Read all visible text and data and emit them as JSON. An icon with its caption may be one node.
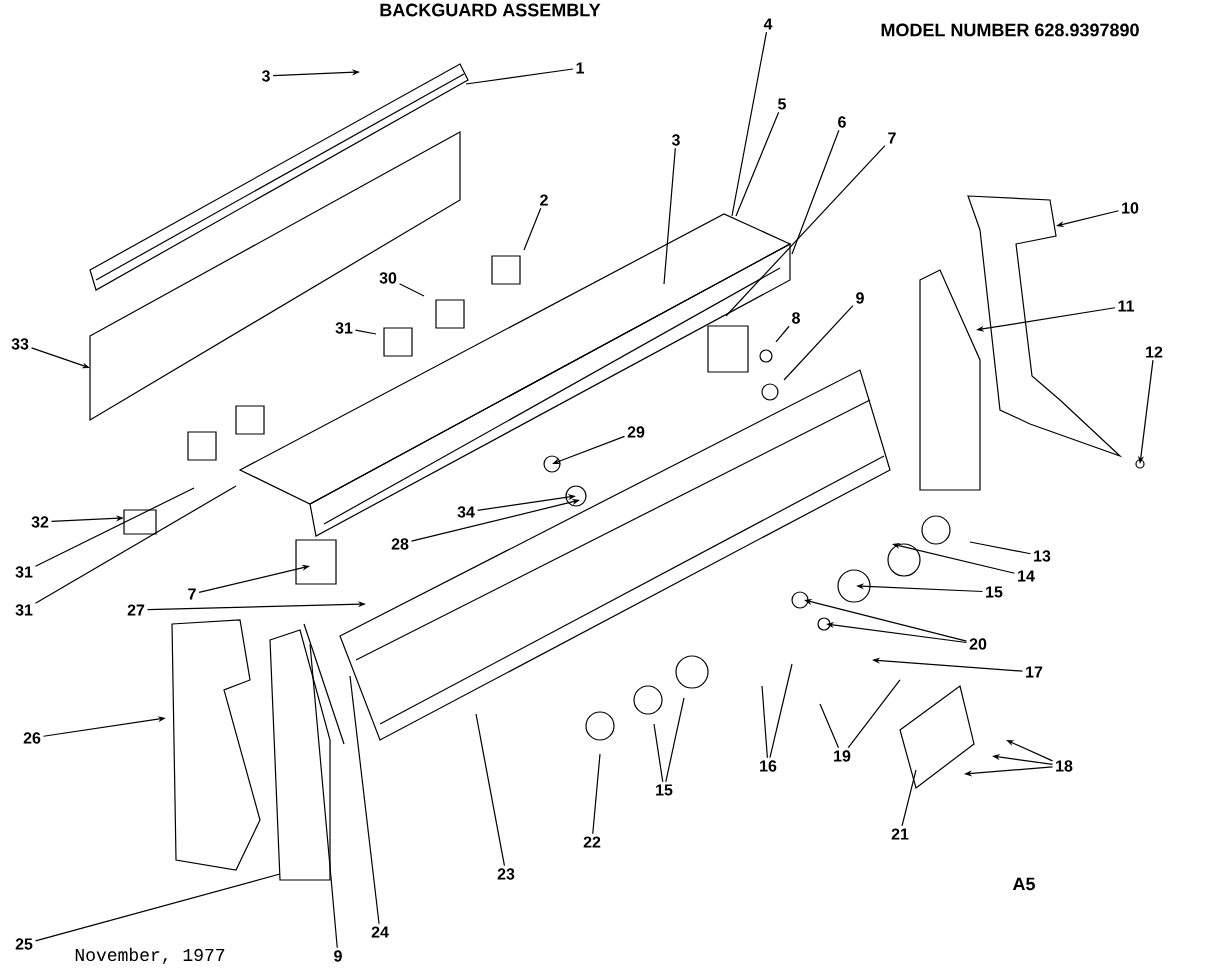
{
  "diagram": {
    "title": "BACKGUARD ASSEMBLY",
    "nodes": [
      {
        "text": [
          "3"
        ]
      },
      {
        "text": [
          "1"
        ]
      },
      {
        "text": [
          "2"
        ]
      },
      {
        "text": [
          "3"
        ]
      },
      {
        "text": [
          "4"
        ]
      },
      {
        "text": [
          "5"
        ]
      },
      {
        "text": [
          "6"
        ]
      },
      {
        "text": [
          "7"
        ]
      },
      {
        "text": [
          "8"
        ]
      },
      {
        "text": [
          "9"
        ]
      },
      {
        "text": [
          "10"
        ]
      },
      {
        "text": [
          "11"
        ]
      },
      {
        "text": [
          "12"
        ]
      },
      {
        "text": [
          "30"
        ]
      },
      {
        "text": [
          "31"
        ]
      },
      {
        "text": [
          "33"
        ]
      },
      {
        "text": [
          "29"
        ]
      },
      {
        "text": [
          "34"
        ]
      },
      {
        "text": [
          "32"
        ]
      },
      {
        "text": [
          "28"
        ]
      },
      {
        "text": [
          "31"
        ]
      },
      {
        "text": [
          "7"
        ]
      },
      {
        "text": [
          "31"
        ]
      },
      {
        "text": [
          "27"
        ]
      },
      {
        "text": [
          "13"
        ]
      },
      {
        "text": [
          "14"
        ]
      },
      {
        "text": [
          "15"
        ]
      },
      {
        "text": [
          "20"
        ]
      },
      {
        "text": [
          "17"
        ]
      },
      {
        "text": [
          "26"
        ]
      },
      {
        "text": [
          "16"
        ]
      },
      {
        "text": [
          "19"
        ]
      },
      {
        "text": [
          "18"
        ]
      },
      {
        "text": [
          "15"
        ]
      },
      {
        "text": [
          "21"
        ]
      },
      {
        "text": [
          "22"
        ]
      },
      {
        "text": [
          "23"
        ]
      },
      {
        "text": [
          "24"
        ]
      },
      {
        "text": [
          "9"
        ]
      },
      {
        "text": [
          "25"
        ]
      }
    ],
    "edges": [
      {
        "from": 0,
        "to": null,
        "arrow": "to"
      },
      {
        "from": 1,
        "to": null,
        "arrow": "none"
      },
      {
        "from": 2,
        "to": null,
        "arrow": "none"
      },
      {
        "from": 3,
        "to": null,
        "arrow": "none"
      },
      {
        "from": 4,
        "to": null,
        "arrow": "none"
      },
      {
        "from": 5,
        "to": null,
        "arrow": "none"
      },
      {
        "from": 6,
        "to": null,
        "arrow": "none"
      },
      {
        "from": 7,
        "to": null,
        "arrow": "none"
      },
      {
        "from": 8,
        "to": null,
        "arrow": "none"
      },
      {
        "from": 9,
        "to": null,
        "arrow": "none"
      },
      {
        "from": 10,
        "to": null,
        "arrow": "to"
      },
      {
        "from": 11,
        "to": null,
        "arrow": "to"
      },
      {
        "from": 12,
        "to": null,
        "arrow": "to"
      },
      {
        "from": 13,
        "to": null,
        "arrow": "none"
      },
      {
        "from": 14,
        "to": null,
        "arrow": "none"
      },
      {
        "from": 15,
        "to": null,
        "arrow": "to"
      },
      {
        "from": 16,
        "to": null,
        "arrow": "to"
      },
      {
        "from": 17,
        "to": null,
        "arrow": "to"
      },
      {
        "from": 18,
        "to": null,
        "arrow": "to"
      },
      {
        "from": 19,
        "to": null,
        "arrow": "to"
      },
      {
        "from": 20,
        "to": null,
        "arrow": "none"
      },
      {
        "from": 21,
        "to": null,
        "arrow": "to"
      },
      {
        "from": 22,
        "to": null,
        "arrow": "none"
      },
      {
        "from": 23,
        "to": null,
        "arrow": "to"
      },
      {
        "from": 24,
        "to": null,
        "arrow": "none"
      },
      {
        "from": 25,
        "to": null,
        "arrow": "to"
      },
      {
        "from": 26,
        "to": null,
        "arrow": "to"
      },
      {
        "from": 27,
        "to": null,
        "arrow": "to"
      },
      {
        "from": 27,
        "to": null,
        "arrow": "to"
      },
      {
        "from": 28,
        "to": null,
        "arrow": "to"
      },
      {
        "from": 29,
        "to": null,
        "arrow": "to"
      },
      {
        "from": 30,
        "to": null,
        "arrow": "none"
      },
      {
        "from": 30,
        "to": null,
        "arrow": "none"
      },
      {
        "from": 31,
        "to": null,
        "arrow": "none"
      },
      {
        "from": 31,
        "to": null,
        "arrow": "none"
      },
      {
        "from": 32,
        "to": null,
        "arrow": "to"
      },
      {
        "from": 32,
        "to": null,
        "arrow": "to"
      },
      {
        "from": 32,
        "to": null,
        "arrow": "to"
      },
      {
        "from": 33,
        "to": null,
        "arrow": "none"
      },
      {
        "from": 33,
        "to": null,
        "arrow": "none"
      },
      {
        "from": 34,
        "to": null,
        "arrow": "none"
      },
      {
        "from": 35,
        "to": null,
        "arrow": "none"
      },
      {
        "from": 36,
        "to": null,
        "arrow": "none"
      },
      {
        "from": 37,
        "to": null,
        "arrow": "none"
      },
      {
        "from": 38,
        "to": null,
        "arrow": "none"
      },
      {
        "from": 39,
        "to": null,
        "arrow": "none"
      }
    ],
    "labels": [
      "MODEL NUMBER 628.9397890",
      "November, 1977",
      "A5"
    ]
  }
}
